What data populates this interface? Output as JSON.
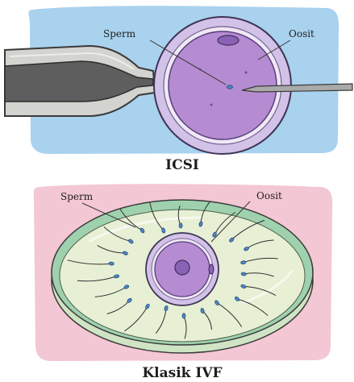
{
  "panels": [
    {
      "id": "icsi",
      "title": "ICSI",
      "labels": {
        "sperm": "Sperm",
        "oocyte": "Oosit"
      },
      "colors": {
        "background": "#a8d2ee",
        "cytoplasm": "#b58cd1",
        "zona": "#d3c2e7",
        "nucleus": "#8a62b5",
        "pipette": "#d3d3cf",
        "holder": "#5e5e5e"
      }
    },
    {
      "id": "classic-ivf",
      "title": "Klasik IVF",
      "labels": {
        "sperm": "Sperm",
        "oocyte": "Oosit"
      },
      "colors": {
        "background": "#f3c7d3",
        "dish": "#e7f0d5",
        "dish_rim": "#9fd1ae",
        "cytoplasm": "#b58cd1",
        "sperm_head": "#4f84c4"
      }
    }
  ]
}
